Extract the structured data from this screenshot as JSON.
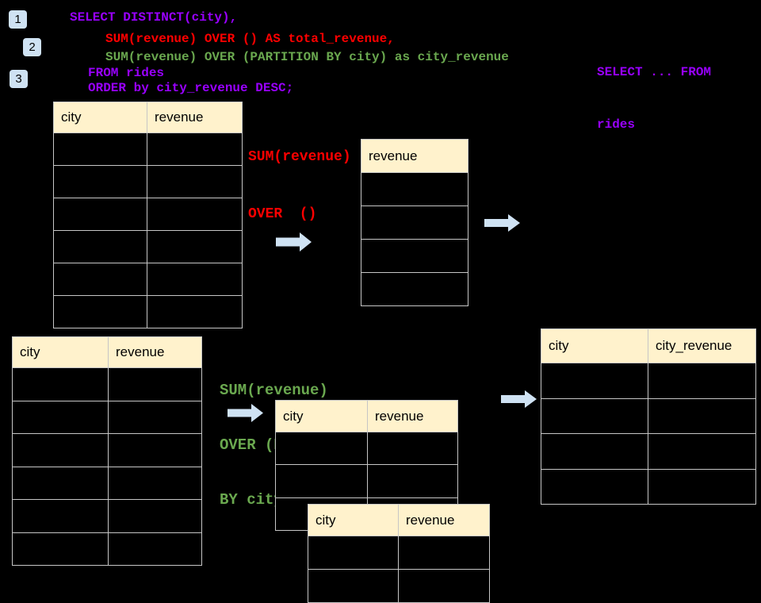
{
  "colors": {
    "background": "#000000",
    "purple": "#9900ff",
    "red": "#ff0000",
    "green": "#6aa84f",
    "table_header_bg": "#fff2cc",
    "table_border": "#c6c6c6",
    "arrow_blue": "#cfe2f3",
    "badge_bg": "#cfe2f3"
  },
  "steps": [
    "1",
    "2",
    "3"
  ],
  "code": {
    "lines": [
      {
        "text": "SELECT DISTINCT(city),",
        "color": "#9900ff"
      },
      {
        "text": "SUM(revenue) OVER () AS total_revenue,",
        "color": "#ff0000"
      },
      {
        "text": "SUM(revenue) OVER (PARTITION BY city) as city_revenue",
        "color": "#6aa84f"
      },
      {
        "text": "FROM rides",
        "color": "#9900ff"
      },
      {
        "text": "ORDER by city_revenue DESC;",
        "color": "#9900ff"
      }
    ]
  },
  "side_note": {
    "lines": [
      "SELECT ... FROM",
      "rides"
    ],
    "color": "#9900ff"
  },
  "labels": {
    "total_window": {
      "lines": [
        "SUM(revenue)",
        "OVER  ()"
      ],
      "color": "#ff0000"
    },
    "partition_window": {
      "lines": [
        "SUM(revenue)",
        "OVER (PARTITION",
        "BY city)"
      ],
      "color": "#6aa84f"
    }
  },
  "tables": {
    "rides_top": {
      "headers": [
        "city",
        "revenue"
      ],
      "row_count": 6
    },
    "total_revenue_result": {
      "headers": [
        "revenue"
      ],
      "row_count": 4
    },
    "rides_bottom": {
      "headers": [
        "city",
        "revenue"
      ],
      "row_count": 6
    },
    "partition_step": {
      "headers": [
        "city",
        "revenue"
      ],
      "row_count": 3
    },
    "partition_overlay": {
      "headers": [
        "city",
        "revenue"
      ],
      "row_count": 2
    },
    "city_revenue_result": {
      "headers": [
        "city",
        "city_revenue"
      ],
      "row_count": 4
    }
  },
  "icons": {
    "arrow_right": "right-pointing block arrow"
  }
}
